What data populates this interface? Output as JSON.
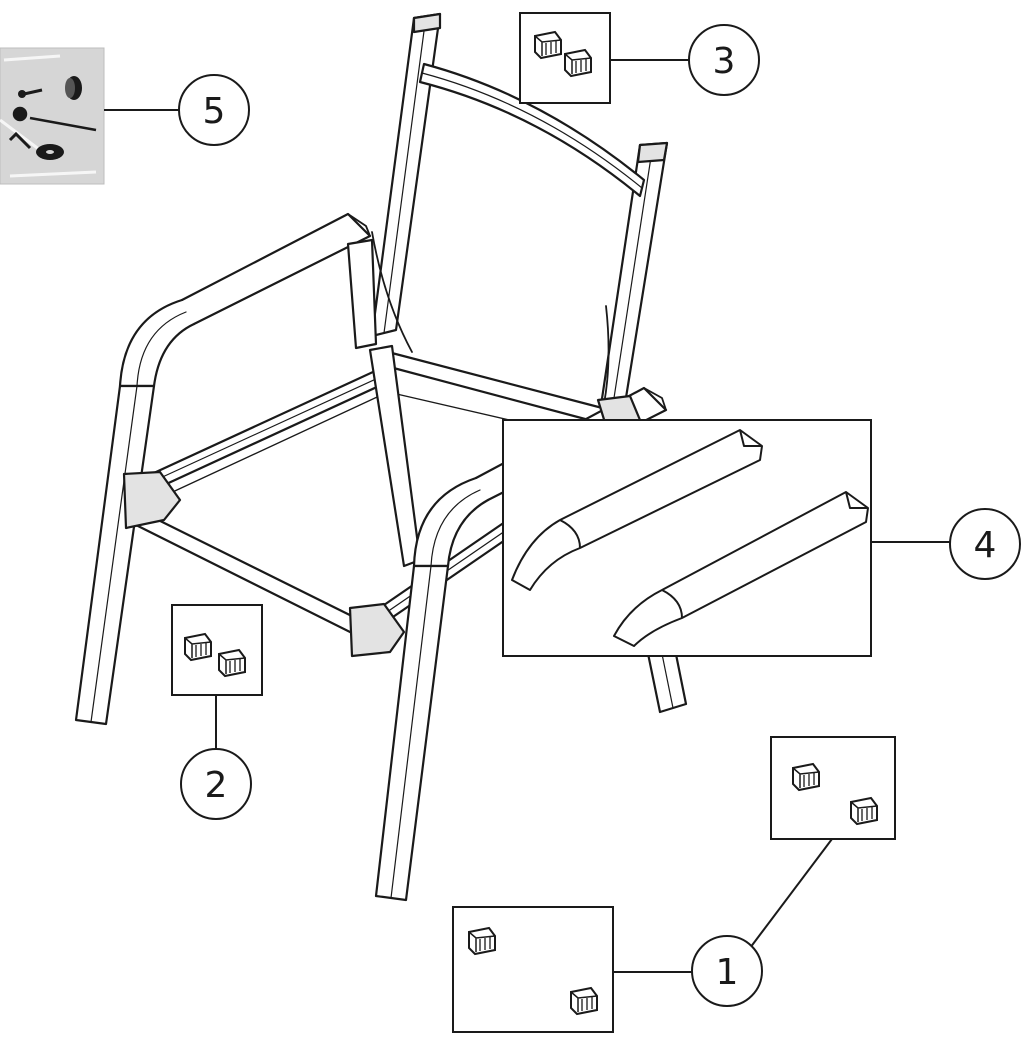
{
  "callouts": [
    {
      "id": "1",
      "label": "1"
    },
    {
      "id": "2",
      "label": "2"
    },
    {
      "id": "3",
      "label": "3"
    },
    {
      "id": "4",
      "label": "4"
    },
    {
      "id": "5",
      "label": "5"
    }
  ],
  "colors": {
    "line": "#1a1a1a",
    "paper": "#ffffff",
    "shade": "#e3e3e3",
    "hardware-bag": "#cfcfcf"
  }
}
